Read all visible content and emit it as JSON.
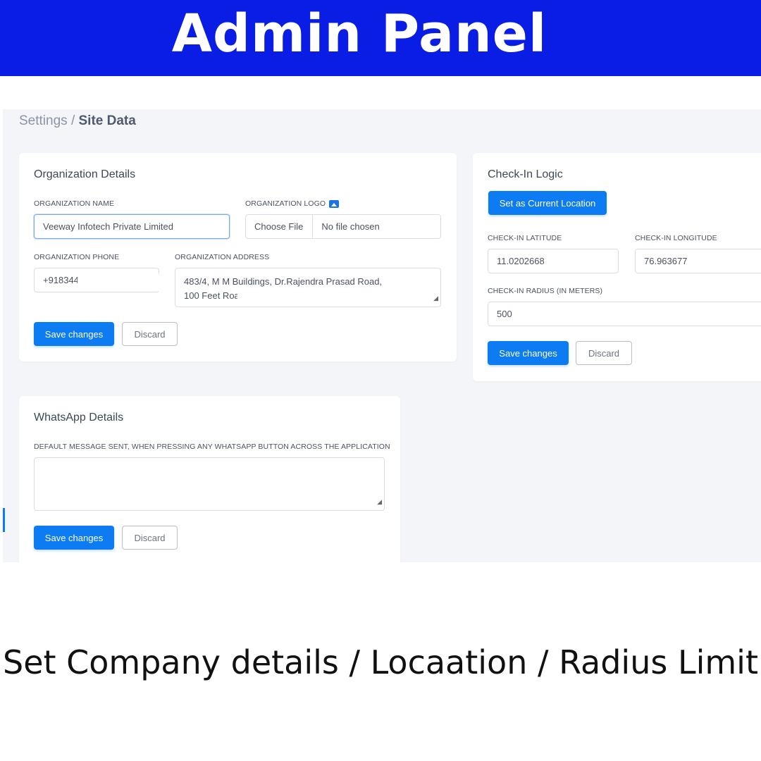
{
  "banner": {
    "title": "Admin Panel"
  },
  "breadcrumb": {
    "parent": "Settings",
    "separator": "/",
    "current": "Site Data"
  },
  "org_card": {
    "title": "Organization Details",
    "name_label": "ORGANIZATION NAME",
    "name_value": "Veeway Infotech Private Limited",
    "logo_label": "ORGANIZATION LOGO",
    "file_button": "Choose File",
    "file_status": "No file chosen",
    "phone_label": "ORGANIZATION PHONE",
    "phone_value": "+918344",
    "address_label": "ORGANIZATION ADDRESS",
    "address_line1": "483/4, M M Buildings, Dr.Rajendra Prasad Road,",
    "address_line2": "100 Feet Roa",
    "save_label": "Save changes",
    "discard_label": "Discard"
  },
  "checkin_card": {
    "title": "Check-In Logic",
    "location_button": "Set as Current Location",
    "lat_label": "CHECK-IN LATITUDE",
    "lat_value": "11.0202668",
    "lng_label": "CHECK-IN LONGITUDE",
    "lng_value": "76.963677",
    "radius_label": "CHECK-IN RADIUS (IN METERS)",
    "radius_value": "500",
    "save_label": "Save changes",
    "discard_label": "Discard"
  },
  "whatsapp_card": {
    "title": "WhatsApp Details",
    "message_label": "DEFAULT MESSAGE SENT, WHEN PRESSING ANY WHATSAPP BUTTON ACROSS THE APPLICATION",
    "message_value": "",
    "save_label": "Save changes",
    "discard_label": "Discard"
  },
  "caption": {
    "text": "Set Company details / Locaation / Radius Limit"
  },
  "colors": {
    "banner": "#0a1de4",
    "primary": "#0d7bf2",
    "panel_bg": "#f4f5f9"
  }
}
